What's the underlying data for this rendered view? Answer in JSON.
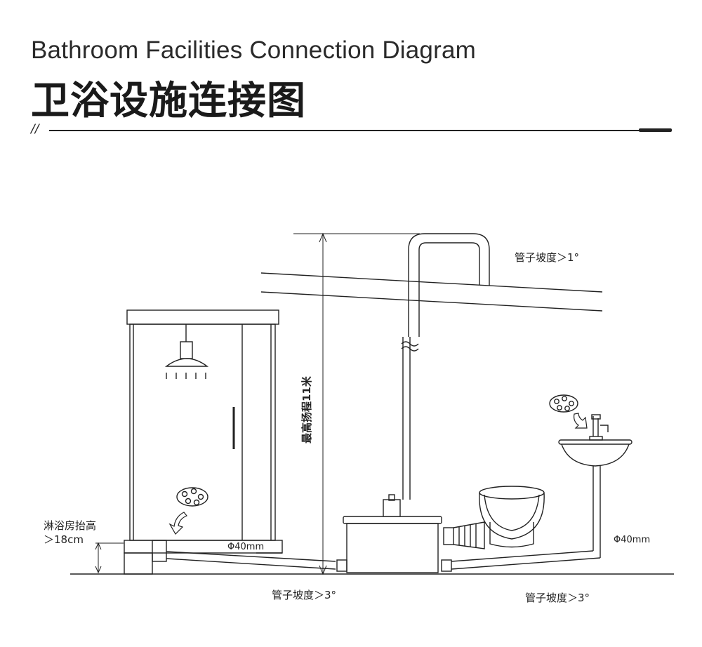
{
  "header": {
    "title_en": "Bathroom Facilities Connection Diagram",
    "title_cn": "卫浴设施连接图",
    "divider_mark": "//"
  },
  "labels": {
    "slope_top": "管子坡度＞1°",
    "max_lift": "最高扬程11米",
    "shower_raise_line1": "淋浴房抬高",
    "shower_raise_line2": "＞18cm",
    "pipe_diameter_left": "Φ40mm",
    "pipe_diameter_right": "Φ40mm",
    "slope_bottom_left": "管子坡度＞3°",
    "slope_bottom_right": "管子坡度＞3°"
  },
  "colors": {
    "line": "#222222",
    "background": "#ffffff"
  }
}
